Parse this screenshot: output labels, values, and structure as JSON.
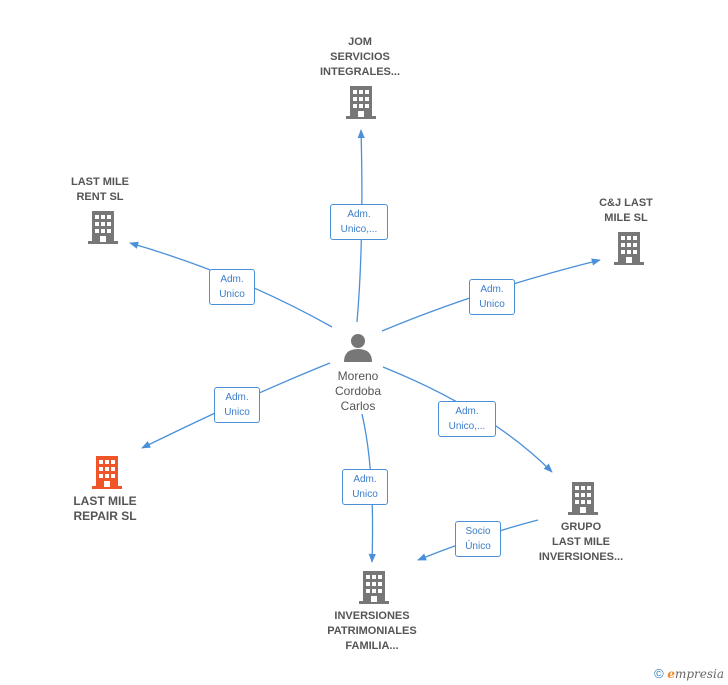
{
  "colors": {
    "edge": "#4a90d9",
    "building": "#777777",
    "building_highlight": "#f0552a",
    "person": "#777777"
  },
  "center": {
    "name": "Moreno\nCordoba\nCarlos",
    "icon": "person-icon"
  },
  "nodes": {
    "jom": {
      "label": "JOM\nSERVICIOS\nINTEGRALES...",
      "icon": "building-icon"
    },
    "rent": {
      "label": "LAST MILE\nRENT  SL",
      "icon": "building-icon"
    },
    "cj": {
      "label": "C&J LAST\nMILE  SL",
      "icon": "building-icon"
    },
    "repair": {
      "label": "LAST MILE\nREPAIR  SL",
      "icon": "building-icon",
      "highlight": true
    },
    "grupo": {
      "label": "GRUPO\nLAST MILE\nINVERSIONES...",
      "icon": "building-icon"
    },
    "inversiones": {
      "label": "INVERSIONES\nPATRIMONIALES\nFAMILIA...",
      "icon": "building-icon"
    }
  },
  "edges": {
    "to_jom": "Adm.\nUnico,...",
    "to_rent": "Adm.\nUnico",
    "to_cj": "Adm.\nUnico",
    "to_repair": "Adm.\nUnico",
    "to_grupo": "Adm.\nUnico,...",
    "to_inversiones": "Adm.\nUnico",
    "grupo_to_inversiones": "Socio\nÚnico"
  },
  "footer": {
    "copyright": "©",
    "brand_e": "e",
    "brand_rest": "mpresia"
  }
}
